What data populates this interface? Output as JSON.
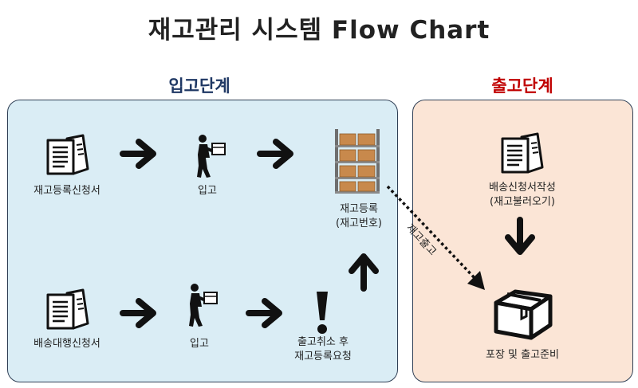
{
  "title": "재고관리 시스템 Flow Chart",
  "inbound": {
    "title": "입고단계",
    "row1": {
      "doc_label": "재고등록신청서",
      "person_label": "입고"
    },
    "row2": {
      "doc_label": "배송대행신청서",
      "person_label": "입고",
      "cancel_label_1": "출고취소 후",
      "cancel_label_2": "재고등록요청"
    },
    "stock": {
      "label_1": "재고등록",
      "label_2": "(재고번호)"
    }
  },
  "outbound": {
    "title": "출고단계",
    "doc_label_1": "배송신청서작성",
    "doc_label_2": "(재고불러오기)",
    "pack_label": "포장 및 출고준비"
  },
  "transfer_label": "재고출고",
  "colors": {
    "inbound_bg": "#daedf5",
    "outbound_bg": "#fbe5d6",
    "inbound_title": "#1f3864",
    "outbound_title": "#c00000",
    "border": "#2f3f55"
  },
  "icons": [
    "document-icon",
    "arrow-right-icon",
    "person-carrying-box-icon",
    "warehouse-shelf-icon",
    "arrow-up-icon",
    "arrow-down-icon",
    "exclamation-icon",
    "box-icon",
    "dotted-arrow-icon"
  ]
}
